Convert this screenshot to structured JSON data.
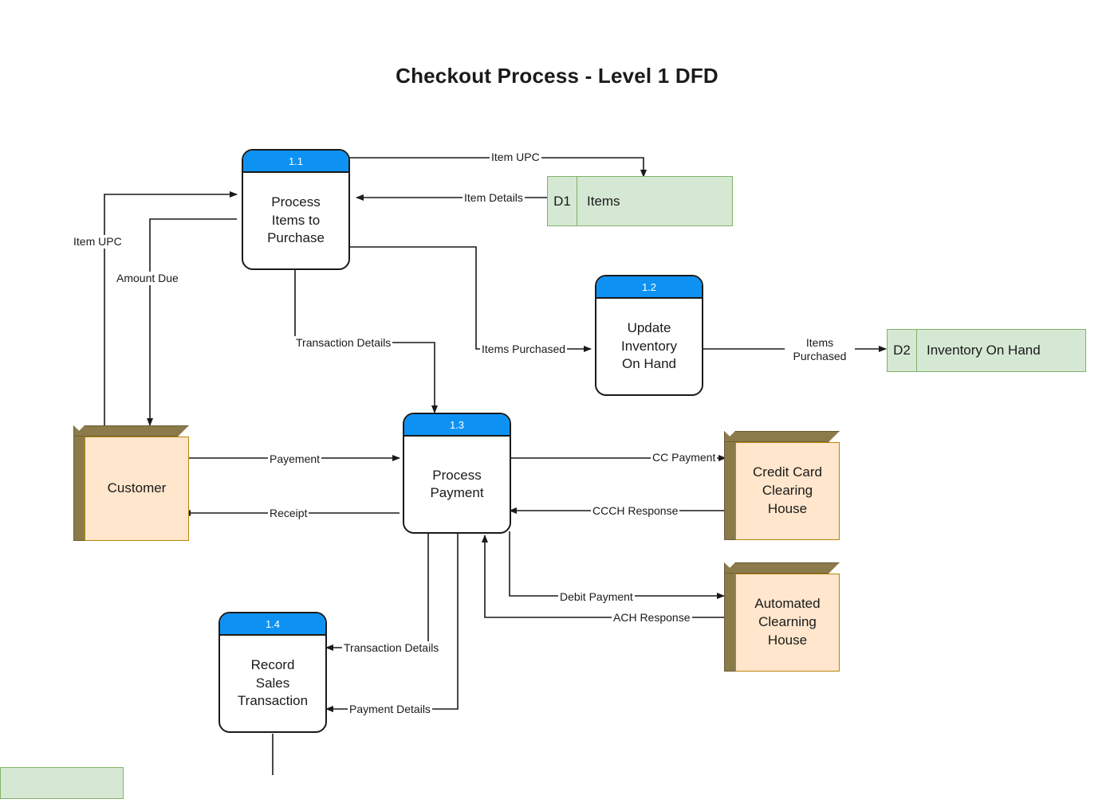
{
  "diagram": {
    "title": "Checkout Process - Level 1 DFD",
    "type": "data-flow-diagram",
    "colors": {
      "process_header": "#0d92f4",
      "process_body": "#ffffff",
      "datastore_fill": "#d5e8d4",
      "datastore_border": "#82b366",
      "entity_fill": "#ffe6cc",
      "entity_shadow": "#8c7b4a",
      "line": "#1a1a1a",
      "title_text": "#1a1a1a"
    }
  },
  "processes": [
    {
      "id": "1.1",
      "name": "Process\nItems to\nPurchase",
      "line1": "Process",
      "line2": "Items to",
      "line3": "Purchase"
    },
    {
      "id": "1.2",
      "name": "Update\nInventory\nOn Hand",
      "line1": "Update",
      "line2": "Inventory",
      "line3": "On Hand"
    },
    {
      "id": "1.3",
      "name": "Process\nPayment",
      "line1": "Process",
      "line2": "Payment",
      "line3": ""
    },
    {
      "id": "1.4",
      "name": "Record\nSales\nTransaction",
      "line1": "Record",
      "line2": "Sales",
      "line3": "Transaction"
    }
  ],
  "datastores": [
    {
      "id": "D1",
      "label": "Items"
    },
    {
      "id": "D2",
      "label": "Inventory On Hand"
    }
  ],
  "entities": [
    {
      "name": "Customer",
      "line1": "Customer",
      "line2": "",
      "line3": ""
    },
    {
      "name": "Credit Card Clearing House",
      "line1": "Credit Card",
      "line2": "Clearing",
      "line3": "House"
    },
    {
      "name": "Automated Clearning House",
      "line1": "Automated",
      "line2": "Clearning",
      "line3": "House"
    }
  ],
  "flows": [
    {
      "id": "f-item-upc-store",
      "label": "Item UPC",
      "from": "1.1",
      "to": "D1"
    },
    {
      "id": "f-item-details",
      "label": "Item Details",
      "from": "D1",
      "to": "1.1"
    },
    {
      "id": "f-item-upc-cust",
      "label": "Item UPC",
      "from": "Customer",
      "to": "1.1"
    },
    {
      "id": "f-amount-due",
      "label": "Amount Due",
      "from": "1.1",
      "to": "Customer"
    },
    {
      "id": "f-items-purchased-1",
      "label": "Items Purchased",
      "from": "1.1",
      "to": "1.2"
    },
    {
      "id": "f-items-purchased-2",
      "label_line1": "Items",
      "label_line2": "Purchased",
      "label": "Items Purchased",
      "from": "1.2",
      "to": "D2"
    },
    {
      "id": "f-transaction-details-13",
      "label": "Transaction Details",
      "from": "1.1",
      "to": "1.3"
    },
    {
      "id": "f-payement",
      "label": "Payement",
      "from": "Customer",
      "to": "1.3"
    },
    {
      "id": "f-receipt",
      "label": "Receipt",
      "from": "1.3",
      "to": "Customer"
    },
    {
      "id": "f-cc-payment",
      "label": "CC Payment",
      "from": "1.3",
      "to": "Credit Card Clearing House"
    },
    {
      "id": "f-ccch-response",
      "label": "CCCH Response",
      "from": "Credit Card Clearing House",
      "to": "1.3"
    },
    {
      "id": "f-debit-payment",
      "label": "Debit Payment",
      "from": "1.3",
      "to": "Automated Clearning House"
    },
    {
      "id": "f-ach-response",
      "label": "ACH Response",
      "from": "Automated Clearning House",
      "to": "1.3"
    },
    {
      "id": "f-transaction-details-14",
      "label": "Transaction Details",
      "from": "1.3",
      "to": "1.4"
    },
    {
      "id": "f-payment-details",
      "label": "Payment Details",
      "from": "1.3",
      "to": "1.4"
    }
  ]
}
